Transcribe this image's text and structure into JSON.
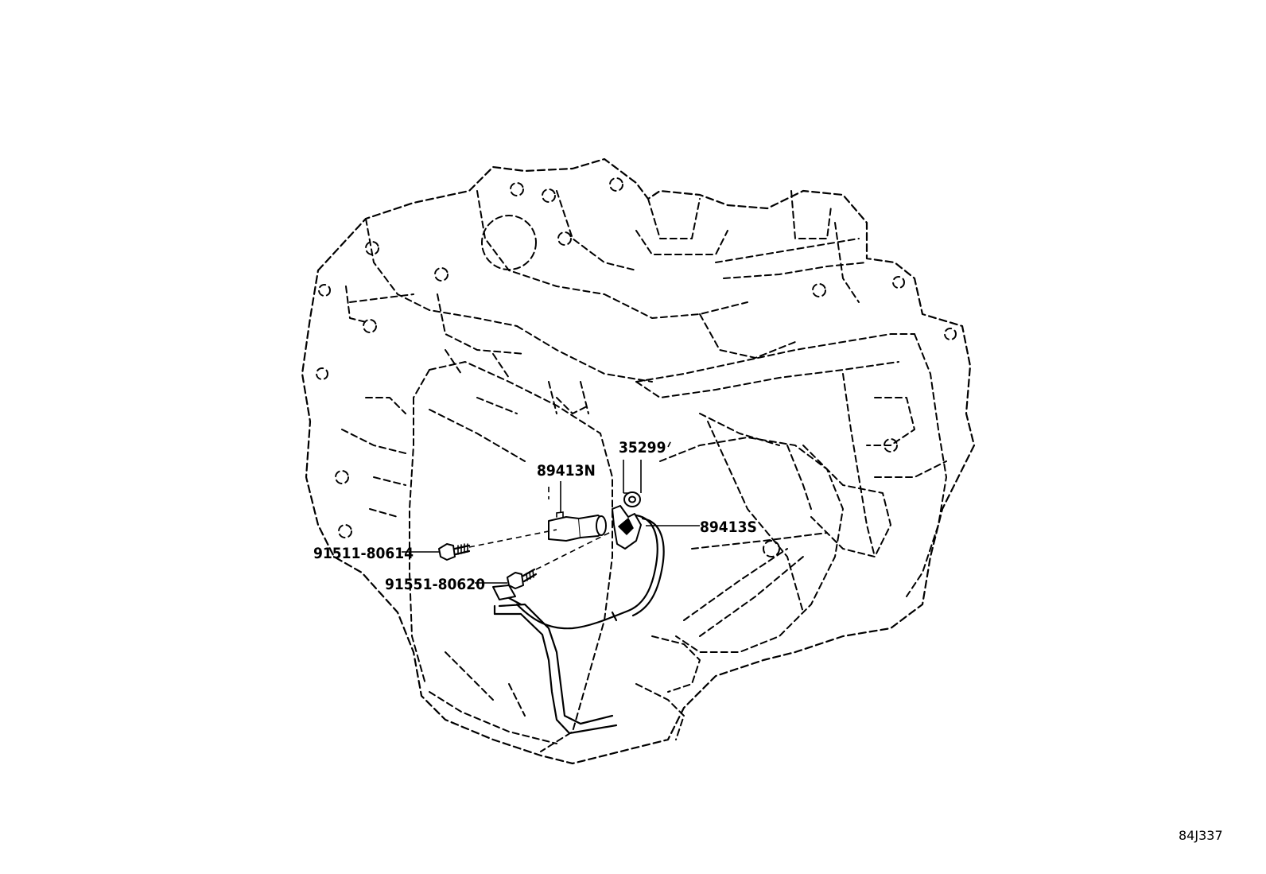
{
  "diagram": {
    "parts": [
      {
        "id": "p89413N",
        "number": "89413N"
      },
      {
        "id": "p35299",
        "number": "35299"
      },
      {
        "id": "p89413S",
        "number": "89413S"
      },
      {
        "id": "p91511",
        "number": "91511-80614"
      },
      {
        "id": "p91551",
        "number": "91551-80620"
      }
    ],
    "illustration_code": "84J337"
  }
}
